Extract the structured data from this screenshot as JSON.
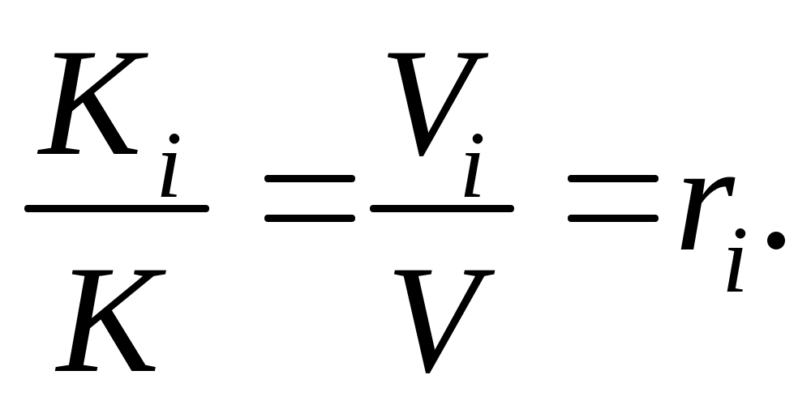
{
  "equation": {
    "fraction1": {
      "numerator": {
        "base": "K",
        "subscript": "i"
      },
      "denominator": "K"
    },
    "equals1": "=",
    "fraction2": {
      "numerator": {
        "base": "V",
        "subscript": "i"
      },
      "denominator": "V"
    },
    "equals2": "=",
    "result": {
      "base": "r",
      "subscript": "i"
    },
    "terminator": "."
  }
}
